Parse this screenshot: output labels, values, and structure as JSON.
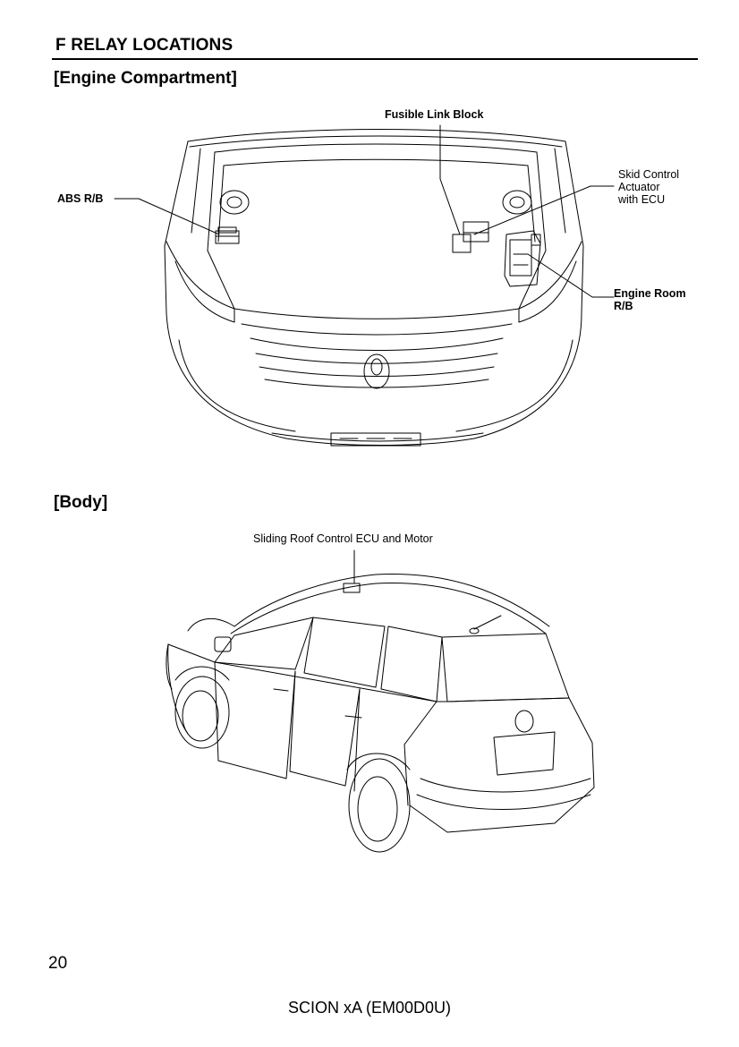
{
  "section": {
    "title": "F  RELAY LOCATIONS"
  },
  "engine_compartment": {
    "heading": "[Engine Compartment]",
    "labels": {
      "fusible_link_block": "Fusible Link Block",
      "abs_rb": "ABS R/B",
      "skid_control": [
        "Skid Control",
        "Actuator",
        "with ECU"
      ],
      "engine_room_rb": [
        "Engine Room",
        "R/B"
      ]
    }
  },
  "body_section": {
    "heading": "[Body]",
    "labels": {
      "sliding_roof": "Sliding Roof Control ECU and Motor"
    }
  },
  "footer": {
    "page_number": "20",
    "model": "SCION xA (EM00D0U)"
  }
}
